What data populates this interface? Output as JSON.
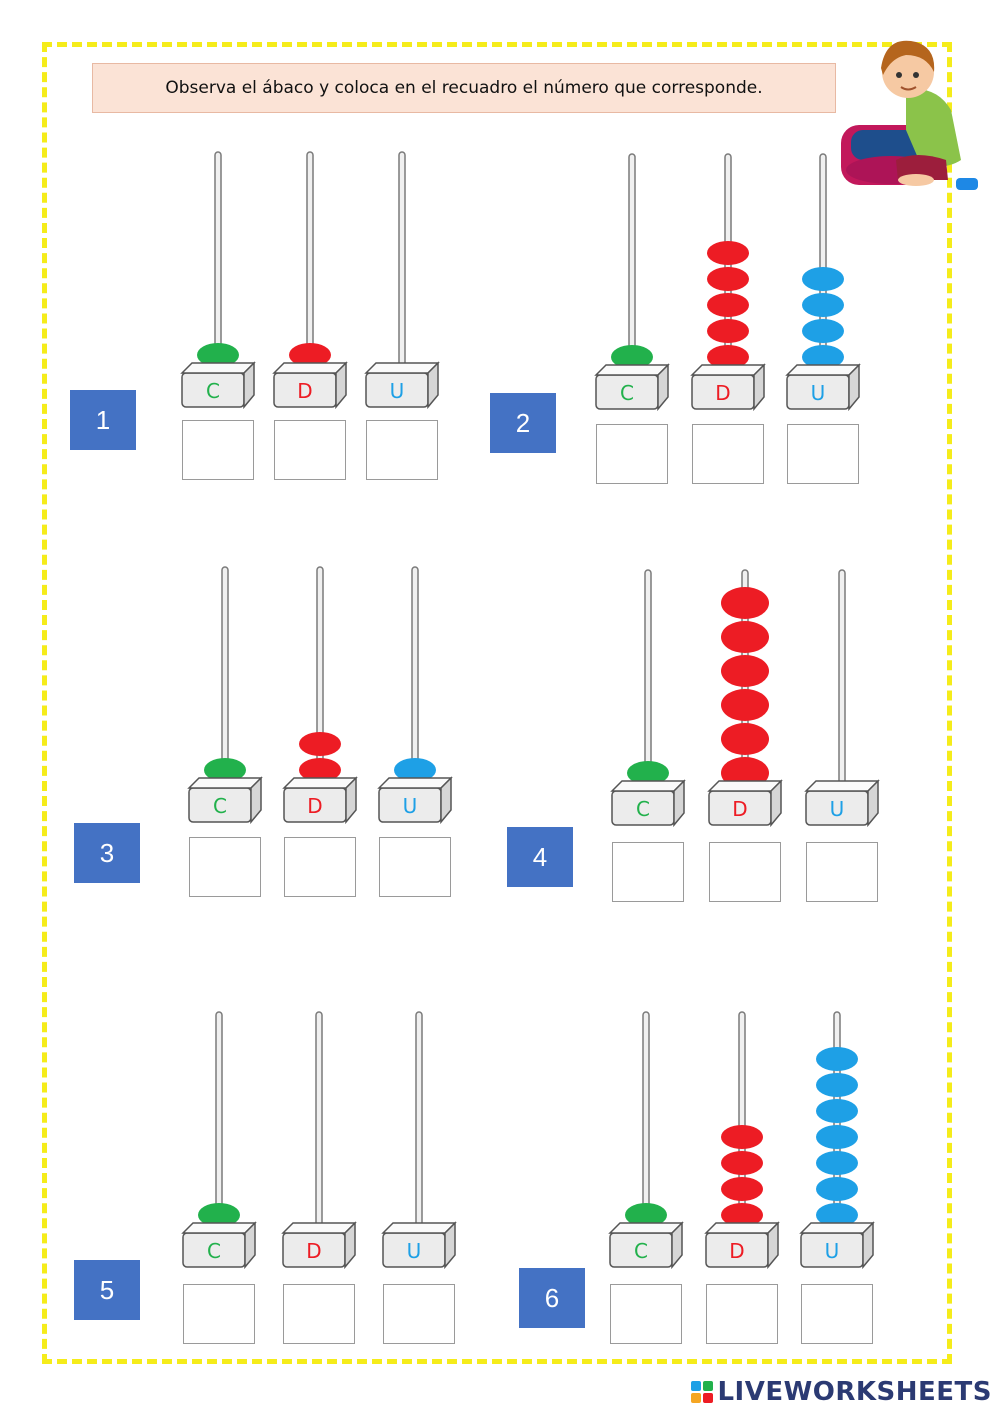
{
  "instruction": "Observa el ábaco y coloca en el recuadro el número que corresponde.",
  "columns": [
    {
      "letter": "C",
      "color": "#22b14c"
    },
    {
      "letter": "D",
      "color": "#ed1c24"
    },
    {
      "letter": "U",
      "color": "#1ea0e6"
    }
  ],
  "colors": {
    "frame": "#f5ec1a",
    "number_badge": "#4472c4",
    "hundreds_bead": "#22b14c",
    "tens_bead": "#ed1c24",
    "units_bead": "#1ea0e6"
  },
  "exercises": [
    {
      "number": "1",
      "beads": {
        "C": 1,
        "D": 1,
        "U": 0
      },
      "answer": {
        "C": "",
        "D": "",
        "U": ""
      }
    },
    {
      "number": "2",
      "beads": {
        "C": 1,
        "D": 5,
        "U": 4
      },
      "answer": {
        "C": "",
        "D": "",
        "U": ""
      }
    },
    {
      "number": "3",
      "beads": {
        "C": 1,
        "D": 2,
        "U": 1
      },
      "answer": {
        "C": "",
        "D": "",
        "U": ""
      }
    },
    {
      "number": "4",
      "beads": {
        "C": 1,
        "D": 6,
        "U": 0
      },
      "answer": {
        "C": "",
        "D": "",
        "U": ""
      }
    },
    {
      "number": "5",
      "beads": {
        "C": 1,
        "D": 0,
        "U": 0
      },
      "answer": {
        "C": "",
        "D": "",
        "U": ""
      }
    },
    {
      "number": "6",
      "beads": {
        "C": 1,
        "D": 4,
        "U": 7
      },
      "answer": {
        "C": "",
        "D": "",
        "U": ""
      }
    }
  ],
  "footer": {
    "brand": "LIVEWORKSHEETS",
    "logo_letters": [
      "L",
      "I",
      "V",
      "E"
    ]
  }
}
